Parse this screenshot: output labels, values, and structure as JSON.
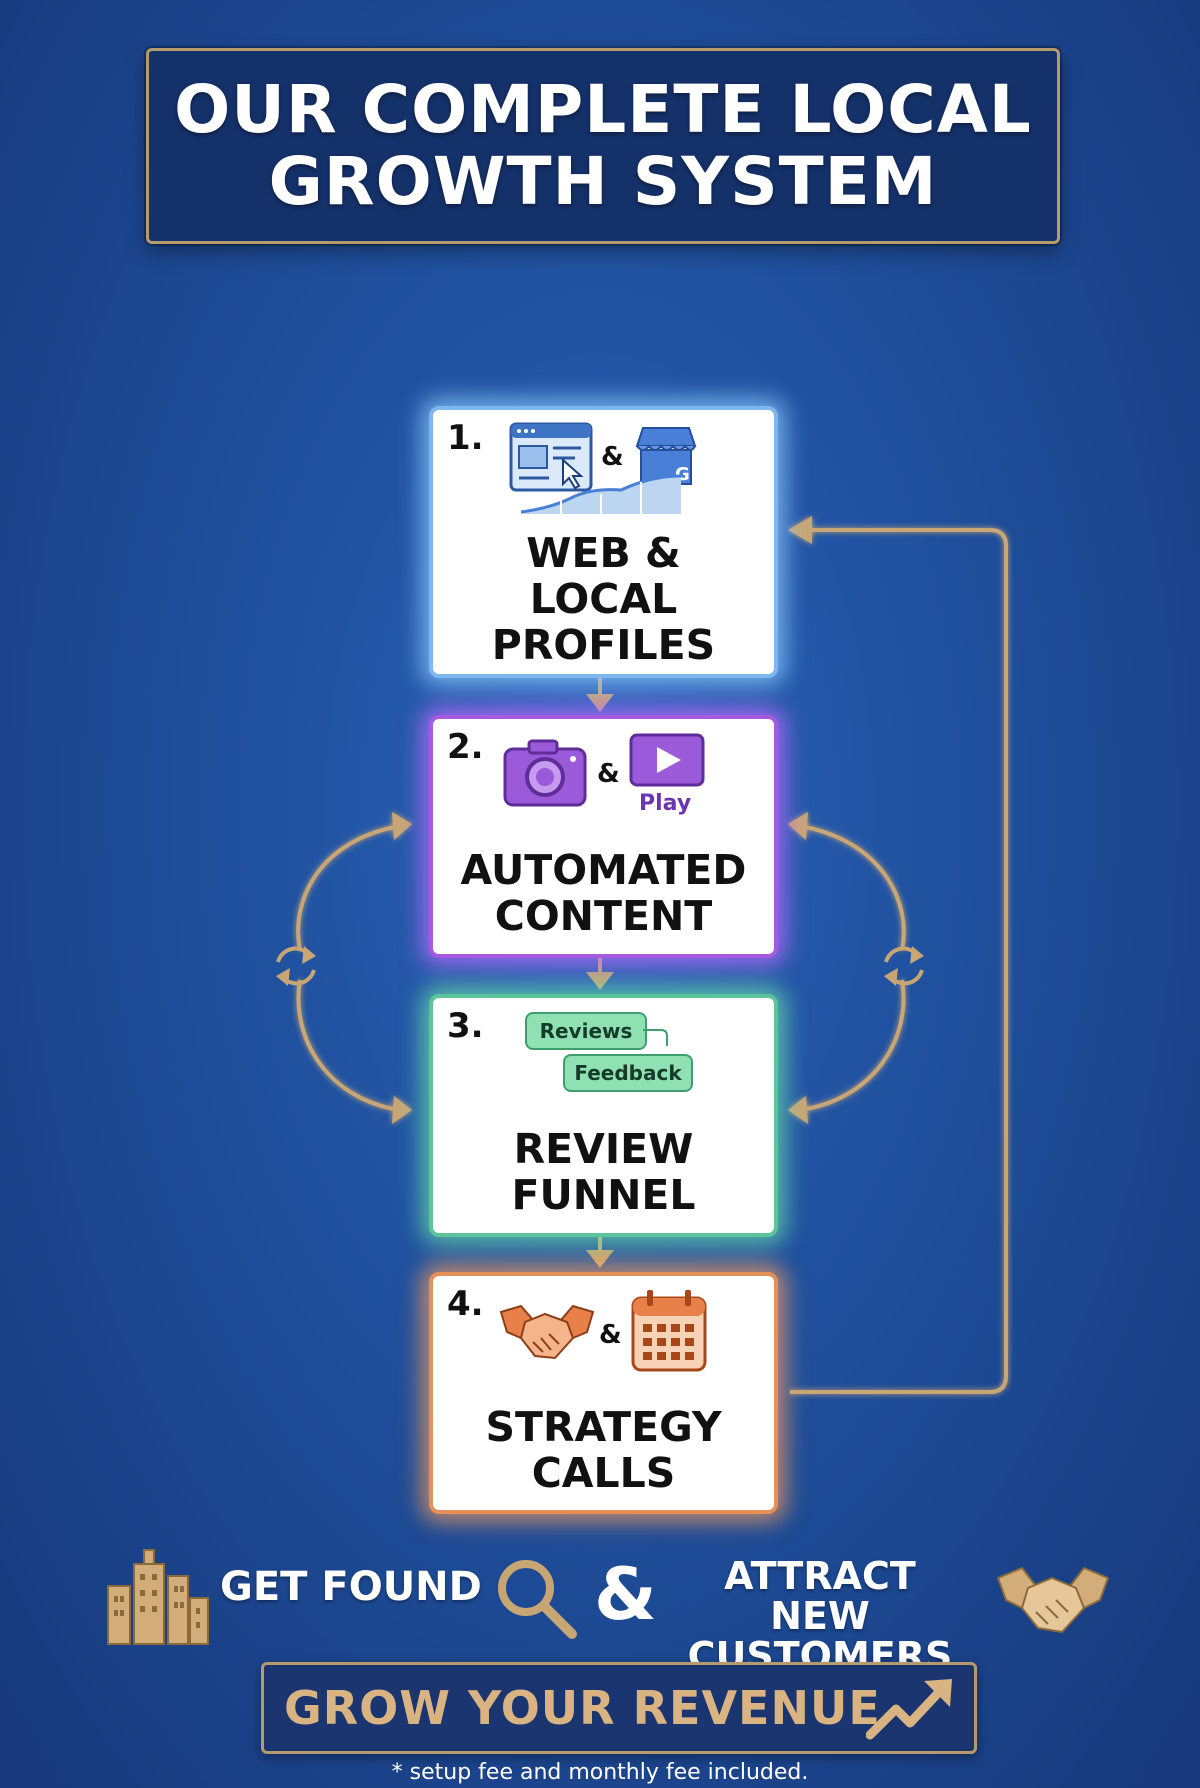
{
  "title": {
    "line1": "OUR COMPLETE LOCAL",
    "line2": "GROWTH SYSTEM"
  },
  "steps": [
    {
      "number": "1.",
      "title_lines": [
        "WEB &",
        "LOCAL",
        "PROFILES"
      ],
      "amp": "&",
      "icons": [
        "browser-window-icon",
        "google-business-profile-icon",
        "growth-chart-icon"
      ],
      "icon_label": "G",
      "color": "#7fb6ee"
    },
    {
      "number": "2.",
      "title_lines": [
        "AUTOMATED",
        "CONTENT"
      ],
      "amp": "&",
      "icons": [
        "camera-icon",
        "play-button-icon"
      ],
      "icon_label": "Play",
      "color": "#a45be0"
    },
    {
      "number": "3.",
      "title_lines": [
        "REVIEW",
        "FUNNEL"
      ],
      "bubbles": [
        "Reviews",
        "Feedback"
      ],
      "icons": [
        "chat-bubble-icon"
      ],
      "color": "#5cc49a"
    },
    {
      "number": "4.",
      "title_lines": [
        "STRATEGY",
        "CALLS"
      ],
      "amp": "&",
      "icons": [
        "handshake-icon",
        "calendar-icon"
      ],
      "color": "#e59059"
    }
  ],
  "bottom": {
    "get_found": "GET FOUND",
    "amp": "&",
    "attract_line1": "ATTRACT NEW",
    "attract_line2": "CUSTOMERS",
    "icons": [
      "city-buildings-icon",
      "magnifier-icon",
      "handshake-icon"
    ]
  },
  "cta": "GROW YOUR REVENUE",
  "footnote": "* setup fee and monthly fee included.",
  "colors": {
    "gold": "#c8a674",
    "navy": "#15316a"
  }
}
